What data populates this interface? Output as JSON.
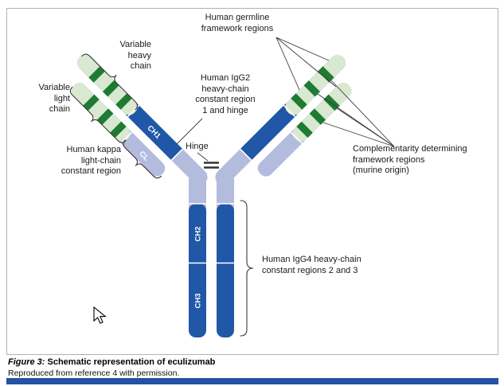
{
  "figure": {
    "labels": {
      "germline": "Human germline\nframework regions",
      "variable_heavy": "Variable\nheavy\nchain",
      "variable_light": "Variable\nlight\nchain",
      "kappa_constant": "Human kappa\nlight-chain\nconstant region",
      "igg2": "Human IgG2\nheavy-chain\nconstant region\n1 and hinge",
      "hinge": "Hinge",
      "cdr": "Complementarity determining\nframework regions\n(murine origin)",
      "igg4": "Human IgG4 heavy-chain\nconstant regions 2 and 3",
      "ch1": "CH1",
      "cl": "CL",
      "ch2": "CH2",
      "ch3": "CH3"
    },
    "caption": {
      "figure_label": "Figure 3:",
      "title": " Schematic representation of eculizumab",
      "source": "Reproduced from reference 4 with permission."
    },
    "colors": {
      "constant_region_blue": "#2057a7",
      "hinge_lavender": "#b3bcdd",
      "framework_pale_green": "#d9e8d0",
      "cdr_dark_green": "#1e7b33",
      "footer_bar_blue": "#2353a3"
    }
  }
}
